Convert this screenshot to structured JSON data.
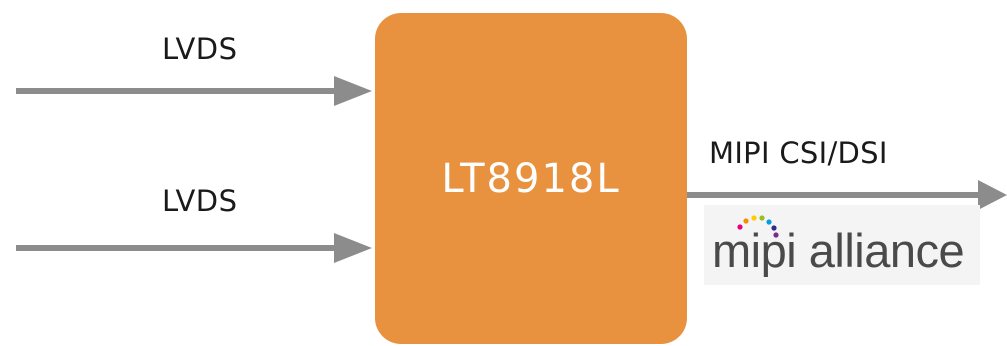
{
  "inputs": [
    {
      "label": "LVDS"
    },
    {
      "label": "LVDS"
    }
  ],
  "chip": {
    "label": "LT8918L",
    "color": "#e8923f"
  },
  "output": {
    "label": "MIPI CSI/DSI"
  },
  "logo": {
    "text": "mipi alliance",
    "dot_colors": [
      "#e5007e",
      "#f29100",
      "#ffcc00",
      "#95c11f",
      "#009fe3",
      "#2a2f86",
      "#7b2d8e"
    ]
  },
  "arrow_color": "#8c8c8c"
}
